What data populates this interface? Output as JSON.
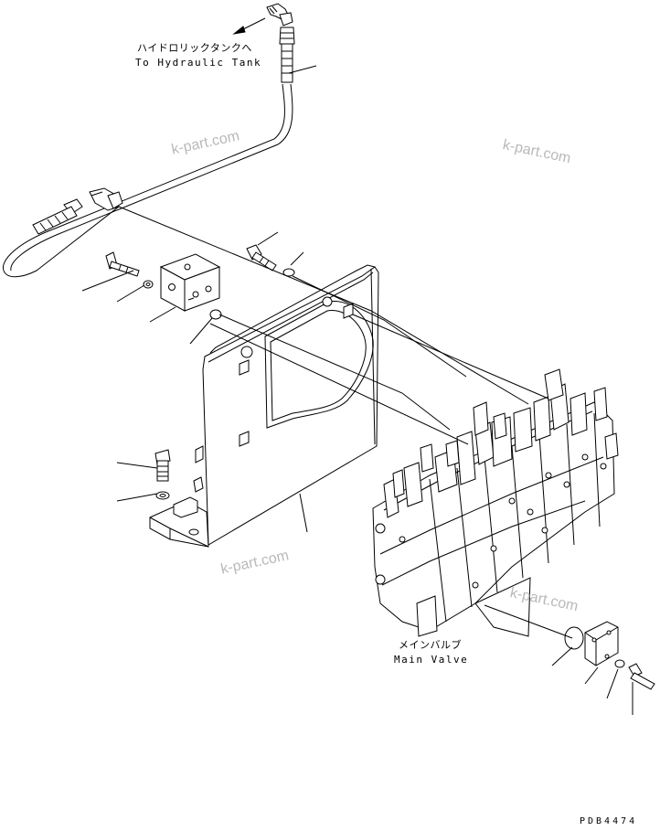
{
  "labels": {
    "to_tank_jp": "ハイドロリックタンクへ",
    "to_tank_en": "To Hydraulic Tank",
    "main_valve_jp": "メインバルブ",
    "main_valve_en": "Main Valve",
    "drawing_number": "PDB4474"
  },
  "watermarks": [
    "k-part.com",
    "k-part.com",
    "k-part.com",
    "k-part.com"
  ]
}
